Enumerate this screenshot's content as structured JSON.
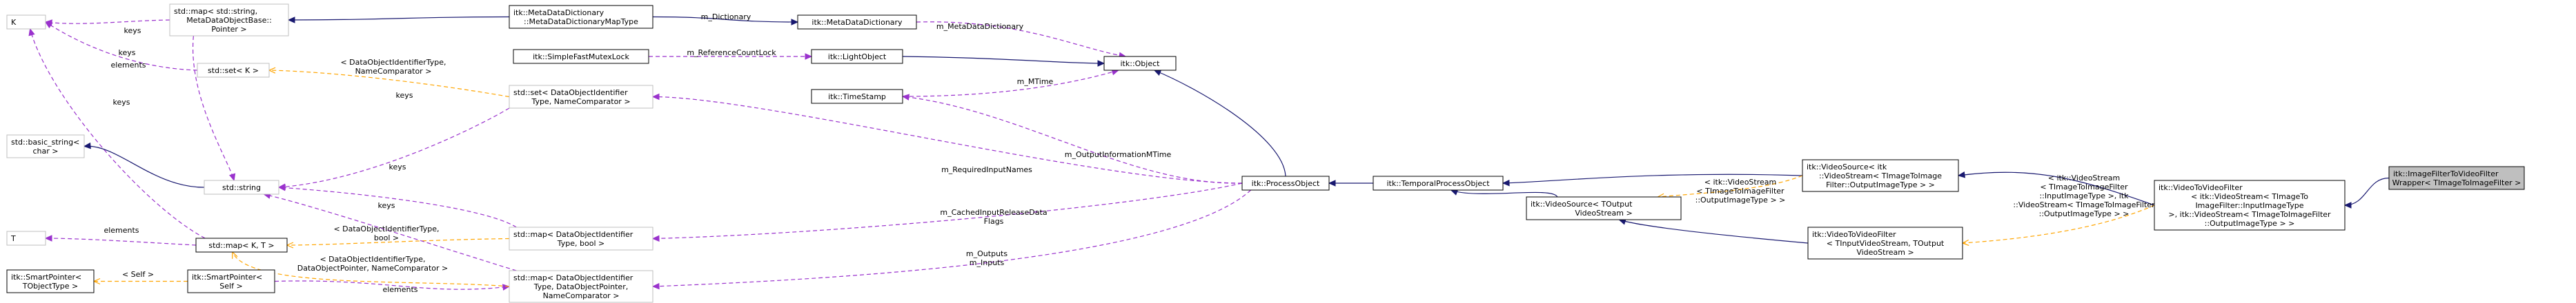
{
  "nodes": {
    "map_string_pointer": [
      "std::map< std::string,",
      "MetaDataObjectBase::",
      "Pointer >"
    ],
    "K": [
      "K"
    ],
    "set_K": [
      "std::set< K >"
    ],
    "basic_string": [
      "std::basic_string<",
      "char >"
    ],
    "T": [
      "T"
    ],
    "string": [
      "std::string"
    ],
    "map_K_T": [
      "std::map< K, T >"
    ],
    "smartpointer_T": [
      "itk::SmartPointer<",
      "TObjectType >"
    ],
    "smartpointer_self": [
      "itk::SmartPointer<",
      "Self >"
    ],
    "metadict_map": [
      "itk::MetaDataDictionary",
      "::MetaDataDictionaryMapType"
    ],
    "fastmutex": [
      "itk::SimpleFastMutexLock"
    ],
    "timestamp": [
      "itk::TimeStamp"
    ],
    "set_dataobjid": [
      "std::set< DataObjectIdentifier",
      "Type, NameComparator >"
    ],
    "map_dataobjid_bool": [
      "std::map< DataObjectIdentifier",
      "Type, bool >"
    ],
    "map_dataobjid_pointer": [
      "std::map< DataObjectIdentifier",
      "Type, DataObjectPointer,",
      "NameComparator >"
    ],
    "metadict": [
      "itk::MetaDataDictionary"
    ],
    "lightobject": [
      "itk::LightObject"
    ],
    "object": [
      "itk::Object"
    ],
    "processobject": [
      "itk::ProcessObject"
    ],
    "temporal": [
      "itk::TemporalProcessObject"
    ],
    "videosource_toutput": [
      "itk::VideoSource< TOutput",
      "VideoStream >"
    ],
    "videotovideo_tin": [
      "itk::VideoToVideoFilter",
      "< TInputVideoStream, TOutput",
      "VideoStream >"
    ],
    "videosource_img": [
      "itk::VideoSource< itk",
      "::VideoStream< TImageToImage",
      "Filter::OutputImageType > >"
    ],
    "videotovideo_img": [
      "itk::VideoToVideoFilter",
      "< itk::VideoStream< TImageTo",
      "ImageFilter::InputImageType",
      " >, itk::VideoStream< TImageToImageFilter",
      "::OutputImageType > >"
    ],
    "wrapper": [
      "itk::ImageFilterToVideoFilter",
      "Wrapper< TImageToImageFilter >"
    ]
  },
  "edge_labels": {
    "keys_map_string": [
      "keys"
    ],
    "elements_map_string": [
      "elements"
    ],
    "keys_set_K": [
      "keys"
    ],
    "keys_map_KT": [
      "keys"
    ],
    "elements_map_KT": [
      "elements"
    ],
    "self": [
      "< Self >"
    ],
    "elements_sp": [
      "elements"
    ],
    "dictionary": [
      "m_Dictionary"
    ],
    "metadatadict": [
      "m_MetaDataDictionary"
    ],
    "refcountlock": [
      "m_ReferenceCountLock"
    ],
    "mtime": [
      "m_MTime"
    ],
    "outputinfo": [
      "m_OutputInformationMTime"
    ],
    "required": [
      "m_RequiredInputNames"
    ],
    "cached": [
      "m_CachedInputReleaseData",
      "Flags"
    ],
    "outputs": [
      "m_Outputs",
      "m_Inputs"
    ],
    "keys_set_dataobj": [
      "keys"
    ],
    "keys_map_bool": [
      "keys"
    ],
    "keys_map_ptr": [
      "keys"
    ],
    "tmpl_set": [
      "< DataObjectIdentifierType,",
      "NameComparator >"
    ],
    "tmpl_bool": [
      "< DataObjectIdentifierType,",
      "bool >"
    ],
    "tmpl_ptr": [
      "< DataObjectIdentifierType,",
      "DataObjectPointer, NameComparator >"
    ],
    "tmpl_videosource": [
      "< itk::VideoStream",
      "< TImageToImageFilter",
      "::OutputImageType > >"
    ],
    "tmpl_videotovideo": [
      "< itk::VideoStream",
      "< TImageToImageFilter",
      "::InputImageType >, itk",
      "::VideoStream< TImageToImageFilter",
      "::OutputImageType > >"
    ]
  }
}
